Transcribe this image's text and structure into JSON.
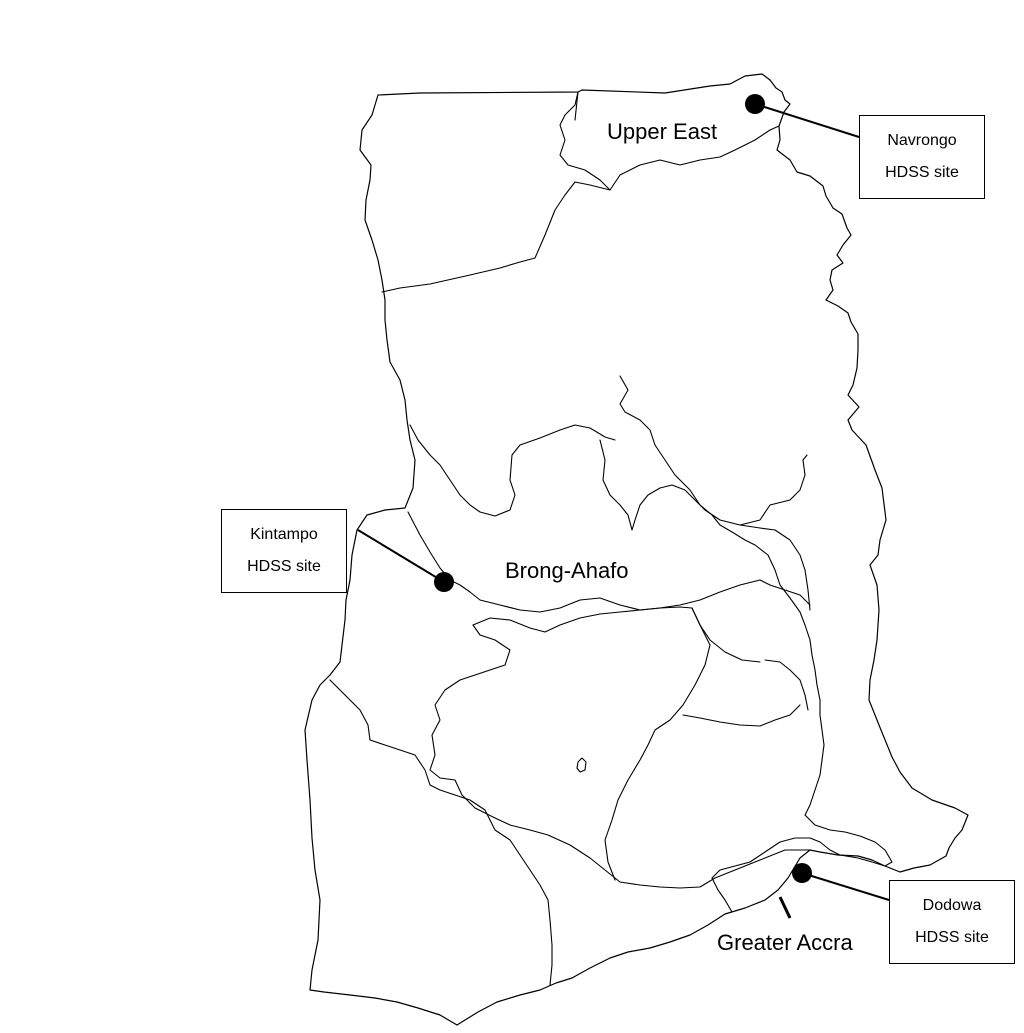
{
  "regions": {
    "upper_east": "Upper East",
    "brong_ahafo": "Brong-Ahafo",
    "greater_accra": "Greater Accra"
  },
  "sites": {
    "navrongo": {
      "line1": "Navrongo",
      "line2": "HDSS site"
    },
    "kintampo": {
      "line1": "Kintampo",
      "line2": "HDSS site"
    },
    "dodowa": {
      "line1": "Dodowa",
      "line2": "HDSS site"
    }
  },
  "colors": {
    "stroke": "#000000",
    "background": "#ffffff"
  }
}
